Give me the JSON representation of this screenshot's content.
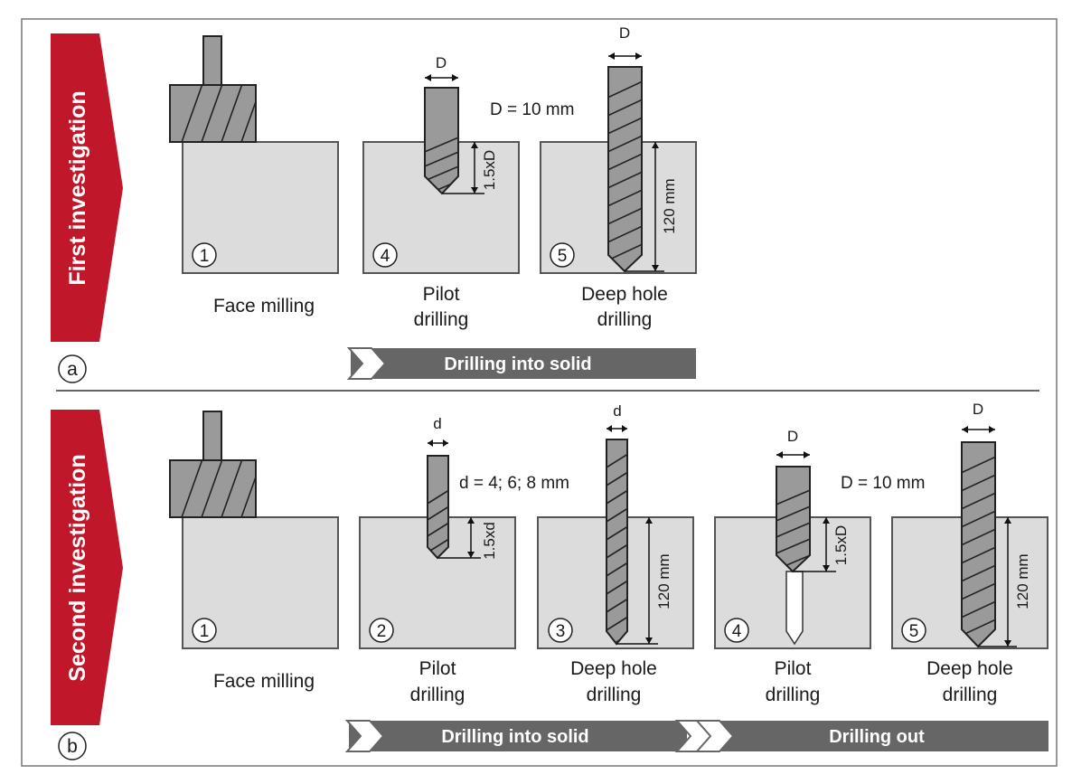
{
  "sections": {
    "first": {
      "title": "First investigation",
      "panel_letter": "a",
      "equation": "D = 10 mm",
      "band": "Drilling into solid",
      "steps": [
        {
          "number": "1",
          "caption": [
            "Face milling"
          ]
        },
        {
          "number": "4",
          "caption": [
            "Pilot",
            "drilling"
          ],
          "dim_width": "D",
          "dim_depth": "1.5xD"
        },
        {
          "number": "5",
          "caption": [
            "Deep hole",
            "drilling"
          ],
          "dim_width": "D",
          "dim_depth": "120 mm"
        }
      ]
    },
    "second": {
      "title": "Second investigation",
      "panel_letter": "b",
      "equation_small": "d = 4; 6; 8 mm",
      "equation_large": "D = 10 mm",
      "band_left": "Drilling into solid",
      "band_right": "Drilling out",
      "steps": [
        {
          "number": "1",
          "caption": [
            "Face milling"
          ]
        },
        {
          "number": "2",
          "caption": [
            "Pilot",
            "drilling"
          ],
          "dim_width": "d",
          "dim_depth": "1.5xd"
        },
        {
          "number": "3",
          "caption": [
            "Deep hole",
            "drilling"
          ],
          "dim_width": "d",
          "dim_depth": "120 mm"
        },
        {
          "number": "4",
          "caption": [
            "Pilot",
            "drilling"
          ],
          "dim_width": "D",
          "dim_depth": "1.5xD"
        },
        {
          "number": "5",
          "caption": [
            "Deep hole",
            "drilling"
          ],
          "dim_width": "D",
          "dim_depth": "120 mm"
        }
      ]
    }
  },
  "colors": {
    "accent_red": "#c0182a",
    "band_gray": "#666666",
    "block_fill": "#dcdcdc",
    "tool_fill": "#9a9a9a"
  }
}
